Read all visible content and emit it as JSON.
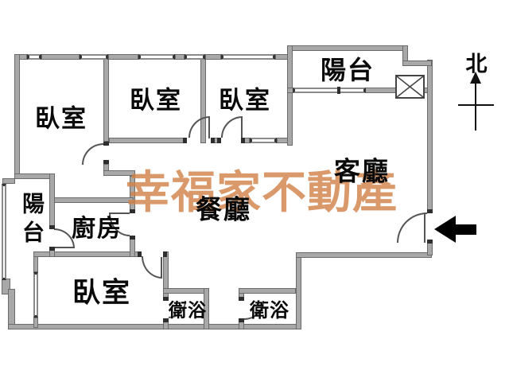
{
  "compass": {
    "label": "北"
  },
  "watermark": {
    "text": "幸福家不動產",
    "color": "#D2834A"
  },
  "entrance": {
    "symbol": "entrance-arrow",
    "direction": "left",
    "color": "#000000"
  },
  "rooms": [
    {
      "id": "bedroom-1",
      "label": "臥室"
    },
    {
      "id": "bedroom-2",
      "label": "臥室"
    },
    {
      "id": "bedroom-3",
      "label": "臥室"
    },
    {
      "id": "balcony-top",
      "label": "陽台"
    },
    {
      "id": "living-room",
      "label": "客廳"
    },
    {
      "id": "dining-room",
      "label": "餐廳"
    },
    {
      "id": "kitchen",
      "label": "廚房"
    },
    {
      "id": "balcony-left",
      "label": "陽台"
    },
    {
      "id": "bedroom-4",
      "label": "臥室"
    },
    {
      "id": "bathroom-1",
      "label": "衛浴"
    },
    {
      "id": "bathroom-2",
      "label": "衛浴"
    }
  ],
  "colors": {
    "wall": "#a8a8a8",
    "wall_outline": "#6b6b6b",
    "line": "#555555",
    "label": "#0a0a0a",
    "watermark": "#D2834A",
    "entrance_arrow": "#000000"
  }
}
